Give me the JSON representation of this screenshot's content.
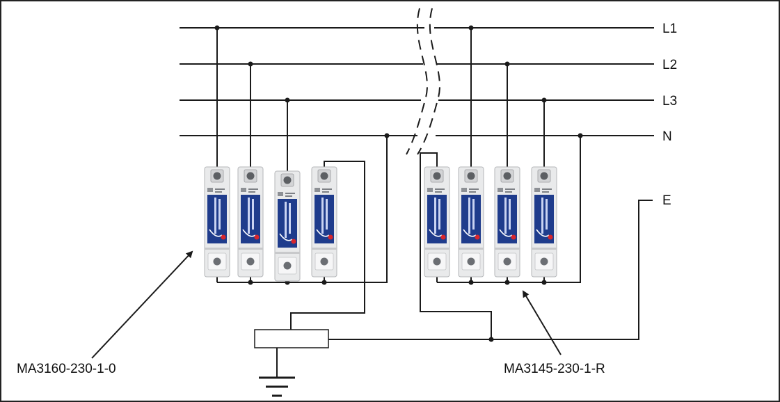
{
  "colors": {
    "wire": "#1a1a1a",
    "module_body": "#e9eaeb",
    "module_panel": "#1f3c8c",
    "indicator": "#d8262c",
    "frame": "#222222"
  },
  "lines": {
    "L1": "L1",
    "L2": "L2",
    "L3": "L3",
    "N": "N",
    "E": "E"
  },
  "callouts": {
    "left_model": "MA3160-230-1-0",
    "right_model": "MA3145-230-1-R"
  },
  "module_icon": "surge-protector-module-icon",
  "ground_icon": "earth-ground-icon"
}
